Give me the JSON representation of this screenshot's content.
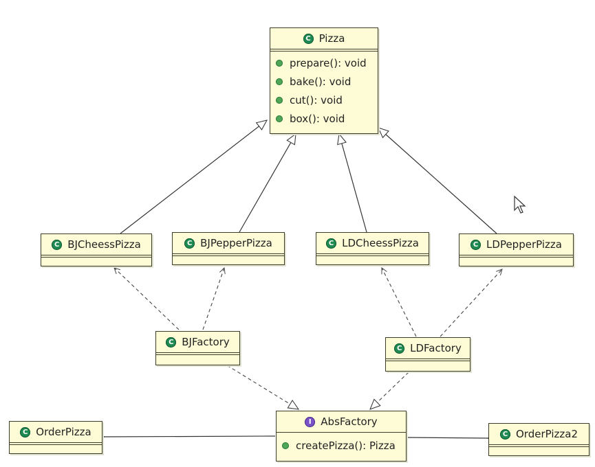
{
  "classes": {
    "pizza": {
      "name": "Pizza",
      "kind": "class",
      "badge": "C",
      "methods": [
        "prepare(): void",
        "bake(): void",
        "cut(): void",
        "box(): void"
      ]
    },
    "bjcheess": {
      "name": "BJCheessPizza",
      "kind": "class",
      "badge": "C"
    },
    "bjpepper": {
      "name": "BJPepperPizza",
      "kind": "class",
      "badge": "C"
    },
    "ldcheess": {
      "name": "LDCheessPizza",
      "kind": "class",
      "badge": "C"
    },
    "ldpepper": {
      "name": "LDPepperPizza",
      "kind": "class",
      "badge": "C"
    },
    "bjfactory": {
      "name": "BJFactory",
      "kind": "class",
      "badge": "C"
    },
    "ldfactory": {
      "name": "LDFactory",
      "kind": "class",
      "badge": "C"
    },
    "absfactory": {
      "name": "AbsFactory",
      "kind": "interface",
      "badge": "I",
      "methods": [
        "createPizza(): Pizza"
      ]
    },
    "orderpizza": {
      "name": "OrderPizza",
      "kind": "class",
      "badge": "C"
    },
    "orderpizza2": {
      "name": "OrderPizza2",
      "kind": "class",
      "badge": "C"
    }
  },
  "relations": [
    {
      "from": "BJCheessPizza",
      "to": "Pizza",
      "type": "generalization"
    },
    {
      "from": "BJPepperPizza",
      "to": "Pizza",
      "type": "generalization"
    },
    {
      "from": "LDCheessPizza",
      "to": "Pizza",
      "type": "generalization"
    },
    {
      "from": "LDPepperPizza",
      "to": "Pizza",
      "type": "generalization"
    },
    {
      "from": "BJFactory",
      "to": "BJCheessPizza",
      "type": "dependency"
    },
    {
      "from": "BJFactory",
      "to": "BJPepperPizza",
      "type": "dependency"
    },
    {
      "from": "LDFactory",
      "to": "LDCheessPizza",
      "type": "dependency"
    },
    {
      "from": "LDFactory",
      "to": "LDPepperPizza",
      "type": "dependency"
    },
    {
      "from": "BJFactory",
      "to": "AbsFactory",
      "type": "realization"
    },
    {
      "from": "LDFactory",
      "to": "AbsFactory",
      "type": "realization"
    },
    {
      "from": "OrderPizza",
      "to": "AbsFactory",
      "type": "aggregation"
    },
    {
      "from": "OrderPizza2",
      "to": "AbsFactory",
      "type": "aggregation"
    }
  ],
  "colors": {
    "box_fill": "#fdfcd6",
    "box_border": "#3a3a28",
    "class_badge": "#1f8a52",
    "interface_badge": "#7a52c7",
    "method_dot": "#4fa558"
  }
}
